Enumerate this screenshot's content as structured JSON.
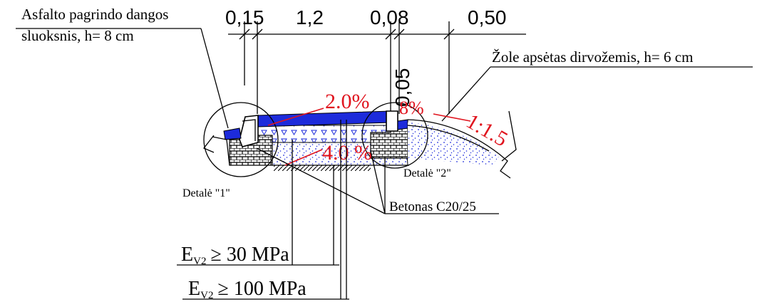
{
  "dimensions": {
    "d1": "0,15",
    "d2": "1,2",
    "d3": "0,08",
    "d4": "0,50",
    "d5": "0,05"
  },
  "labels": {
    "asphalt_line1": "Asfalto pagrindo dangos",
    "asphalt_line2": "sluoksnis, h= 8 cm",
    "soil": "Žole apsėtas dirvožemis, h= 6 cm",
    "detail1": "Detalė \"1\"",
    "detail2": "Detalė \"2\"",
    "concrete": "Betonas C20/25"
  },
  "slopes": {
    "s1": "2.0%",
    "s2": "8%",
    "s3": "1:1.5",
    "s4": "4.0 %"
  },
  "modulus": {
    "ev_main": "E",
    "ev_sub": "V2",
    "ev1_value": "≥ 30 MPa",
    "ev2_value": "≥ 100 MPa"
  },
  "colors": {
    "asphalt": "#1d2bdb",
    "slope_text": "#e0141e",
    "lines": "#000000"
  }
}
